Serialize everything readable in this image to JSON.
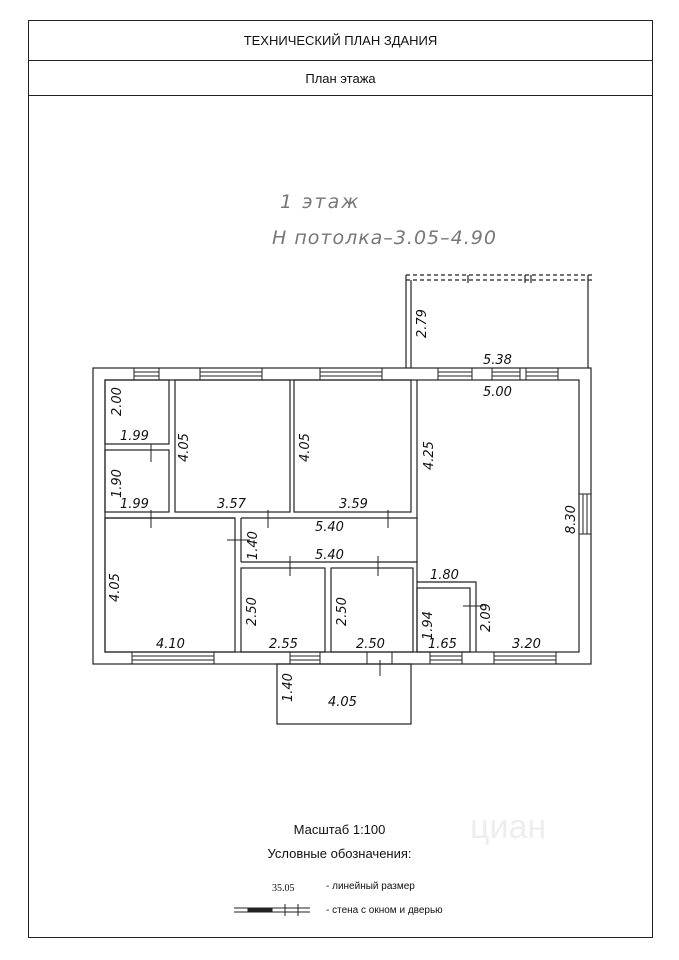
{
  "header": {
    "title": "ТЕХНИЧЕСКИЙ ПЛАН ЗДАНИЯ",
    "subtitle": "План этажа"
  },
  "plan": {
    "floor_label": "1 этаж",
    "ceiling_label": "Н потолка–3.05–4.90",
    "dimensions": {
      "terrace_h": "2.79",
      "terrace_w": "5.38",
      "room_big_w": "5.00",
      "room_big_h": "4.25",
      "outer_right": "8.30",
      "small1_h": "2.00",
      "small1_w": "1.99",
      "small2_h": "1.90",
      "small2_w": "1.99",
      "room_a_h": "4.05",
      "room_a_w": "3.57",
      "room_b_h": "4.05",
      "room_b_w": "3.59",
      "corridor_h": "1.40",
      "corridor_w1": "5.40",
      "corridor_w2": "5.40",
      "room_left_h": "4.05",
      "room_left_w": "4.10",
      "room_c_h": "2.50",
      "room_c_w": "2.55",
      "room_d_h": "2.50",
      "room_d_w": "2.50",
      "wc_w": "1.80",
      "wc_h1": "1.94",
      "wc_h2": "2.09",
      "wc_w2": "1.65",
      "kitchen_w": "3.20",
      "porch_h": "1.40",
      "porch_w": "4.05"
    }
  },
  "legend": {
    "scale": "Масштаб 1:100",
    "title": "Условные обозначения:",
    "sample_value": "35.05",
    "linear_label": "- линейный размер",
    "wall_label": "- стена с окном и дверью"
  },
  "watermark": "циан"
}
